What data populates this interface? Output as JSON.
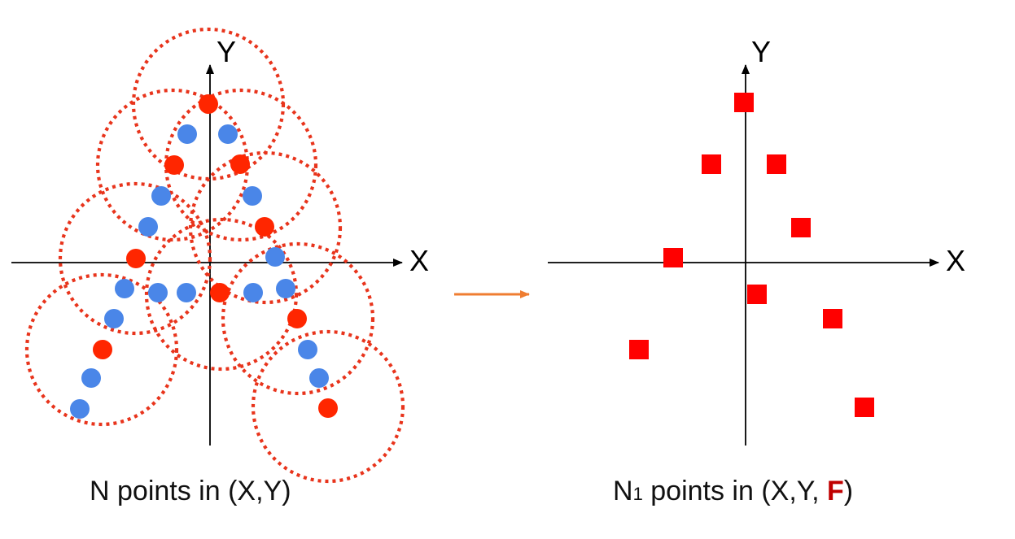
{
  "colors": {
    "red_point": "#ff2600",
    "blue_point": "#4a86e8",
    "circle": "#e8341c",
    "square": "#ff0000",
    "arrow": "#ef7d31",
    "axis": "#000000",
    "caption_accent": "#c00000"
  },
  "left_panel": {
    "x_label": "X",
    "y_label": "Y",
    "caption": {
      "main": "N points in (X,Y)"
    }
  },
  "right_panel": {
    "x_label": "X",
    "y_label": "Y",
    "caption": {
      "prefix": "N",
      "subscript": "1",
      "middle": " points in (X,Y, ",
      "accent": "F",
      "suffix": ")"
    }
  }
}
